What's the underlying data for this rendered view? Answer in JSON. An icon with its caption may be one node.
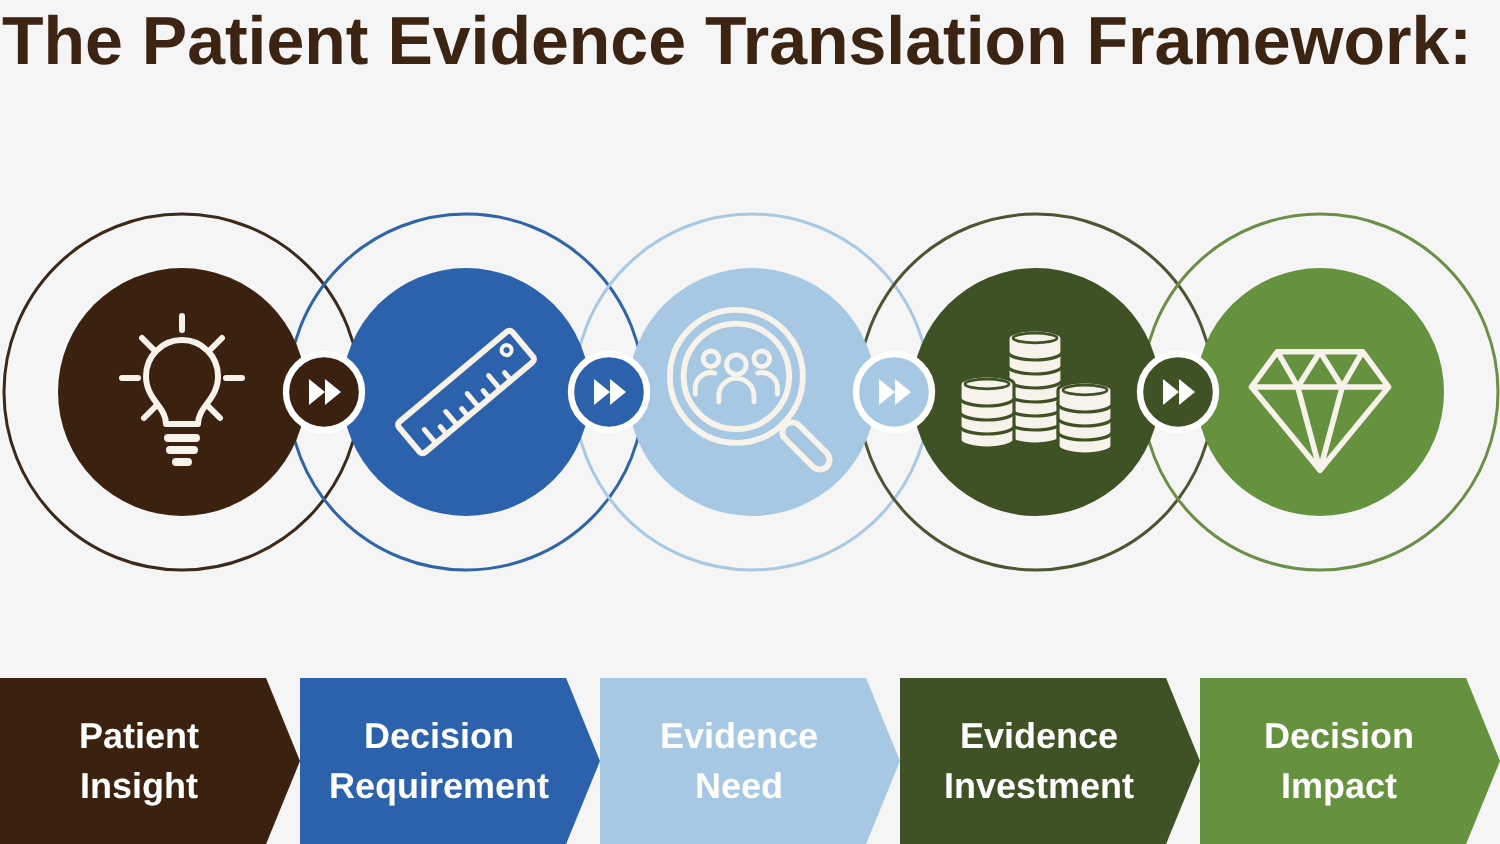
{
  "diagram": {
    "title": "The Patient Evidence Translation Framework:",
    "nodes": [
      {
        "text": [],
        "shape": "circle"
      },
      {
        "text": [],
        "shape": "circle"
      },
      {
        "text": [],
        "shape": "circle"
      },
      {
        "text": [],
        "shape": "circle"
      },
      {
        "text": [],
        "shape": "circle"
      },
      {
        "text": [
          "Patient Insight"
        ]
      },
      {
        "text": [
          "Decision Requirement"
        ]
      },
      {
        "text": [
          "Evidence Need"
        ]
      },
      {
        "text": [
          "Evidence Investment"
        ]
      },
      {
        "text": [
          "Decision Impact"
        ]
      }
    ],
    "edges": [
      {
        "from": 0,
        "to": 1,
        "arrow": "to",
        "color": "#3b2210"
      },
      {
        "from": 1,
        "to": 2,
        "arrow": "to",
        "color": "#2b62ab"
      },
      {
        "from": 2,
        "to": 3,
        "arrow": "to",
        "color": "#a6c8e3"
      },
      {
        "from": 3,
        "to": 4,
        "arrow": "to",
        "color": "#3f5226"
      }
    ]
  }
}
